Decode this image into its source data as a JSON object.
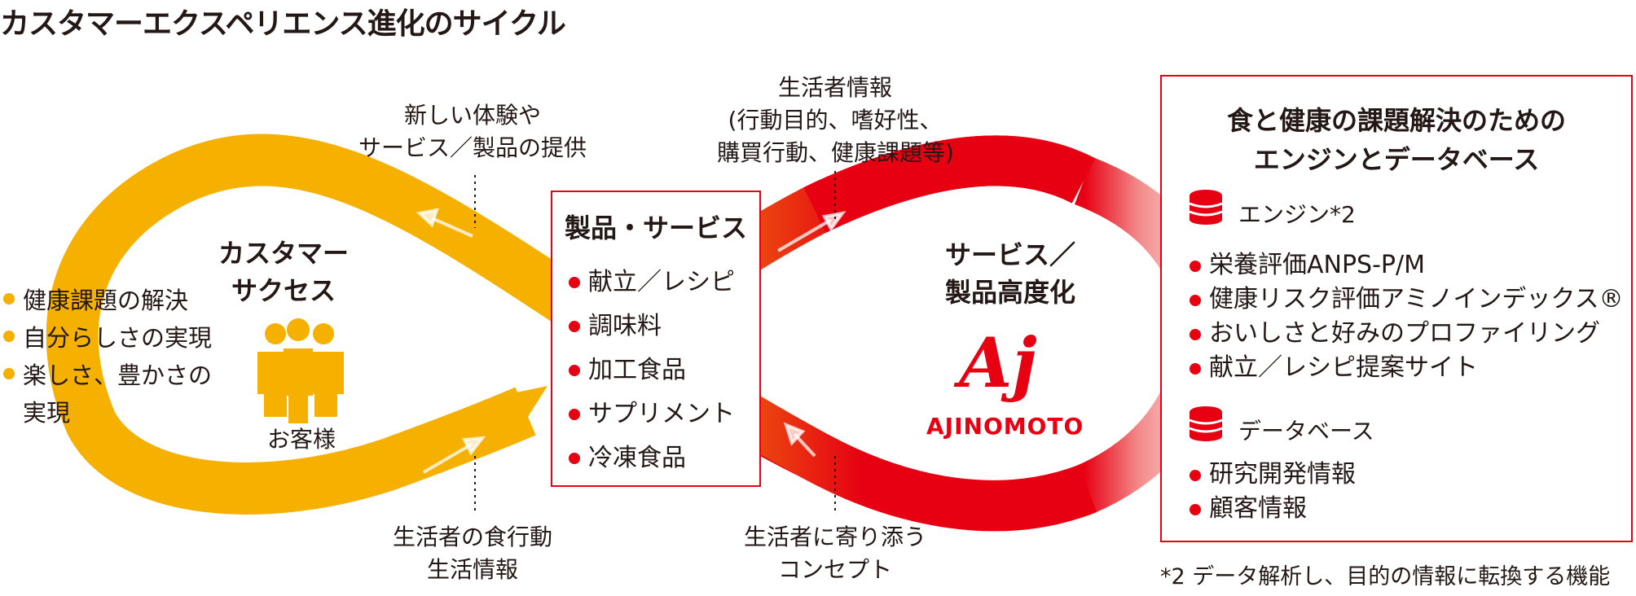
{
  "title": "カスタマーエクスペリエンス進化のサイクル",
  "left_loop": {
    "heading_line1": "カスタマー",
    "heading_line2": "サクセス",
    "person_label": "お客様",
    "top_label_line1": "新しい体験や",
    "top_label_line2": "サービス／製品の提供",
    "bottom_label_line1": "生活者の食行動",
    "bottom_label_line2": "生活情報",
    "bullets": [
      "健康課題の解決",
      "自分らしさの実現",
      "楽しさ、豊かさの",
      "実現"
    ]
  },
  "center_box": {
    "heading": "製品・サービス",
    "items": [
      "献立／レシピ",
      "調味料",
      "加工食品",
      "サプリメント",
      "冷凍食品"
    ]
  },
  "right_loop": {
    "heading_line1": "サービス／",
    "heading_line2": "製品高度化",
    "logo_mark": "Aj",
    "logo_text": "AJINOMOTO",
    "top_label_line1": "生活者情報",
    "top_label_line2": "(行動目的、嗜好性、",
    "top_label_line3": "購買行動、健康課題等)",
    "bottom_label_line1": "生活者に寄り添う",
    "bottom_label_line2": "コンセプト"
  },
  "right_box": {
    "heading_line1": "食と健康の課題解決のための",
    "heading_line2": "エンジンとデータベース",
    "engine_label": "エンジン*2",
    "engine_items": [
      "栄養評価ANPS-P/M",
      "健康リスク評価アミノインデックス®",
      "おいしさと好みのプロファイリング",
      "献立／レシピ提案サイト"
    ],
    "database_label": "データベース",
    "database_items": [
      "研究開発情報",
      "顧客情報"
    ]
  },
  "footnote": "*2 データ解析し、目的の情報に転換する機能",
  "colors": {
    "yellow": "#f5b000",
    "red": "#e60012",
    "text": "#231815"
  },
  "icons": [
    "people-icon",
    "database-icon",
    "arrow-icon"
  ]
}
